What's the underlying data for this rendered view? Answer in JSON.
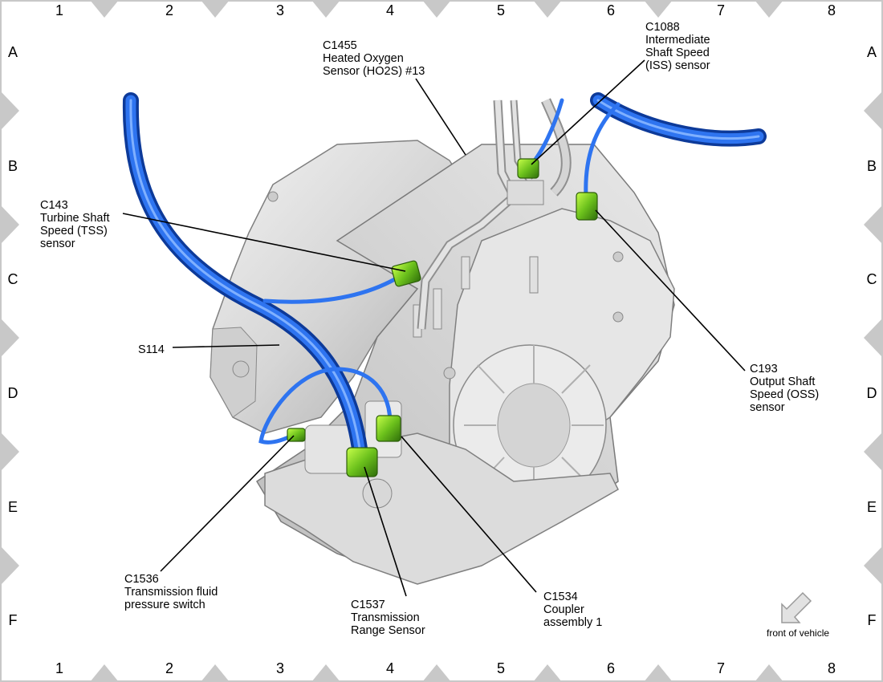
{
  "grid": {
    "columns": [
      "1",
      "2",
      "3",
      "4",
      "5",
      "6",
      "7",
      "8"
    ],
    "rows": [
      "A",
      "B",
      "C",
      "D",
      "E",
      "F"
    ]
  },
  "callouts": {
    "c1455": [
      "C1455",
      "Heated Oxygen",
      "Sensor (HO2S) #13"
    ],
    "c1088": [
      "C1088",
      "Intermediate",
      "Shaft Speed",
      "(ISS) sensor"
    ],
    "c143": [
      "C143",
      "Turbine Shaft",
      "Speed (TSS)",
      "sensor"
    ],
    "s114": [
      "S114"
    ],
    "c193": [
      "C193",
      "Output Shaft",
      "Speed (OSS)",
      "sensor"
    ],
    "c1536": [
      "C1536",
      "Transmission fluid",
      "pressure switch"
    ],
    "c1537": [
      "C1537",
      "Transmission",
      "Range Sensor"
    ],
    "c1534": [
      "C1534",
      "Coupler",
      "assembly 1"
    ]
  },
  "orientation": {
    "label": "front of vehicle",
    "icon": "arrow-icon"
  },
  "colors": {
    "harness": "#1f5fd6",
    "connector": "#5fb31c",
    "housing": "#d9d9d9",
    "border": "#c8c8c8"
  }
}
